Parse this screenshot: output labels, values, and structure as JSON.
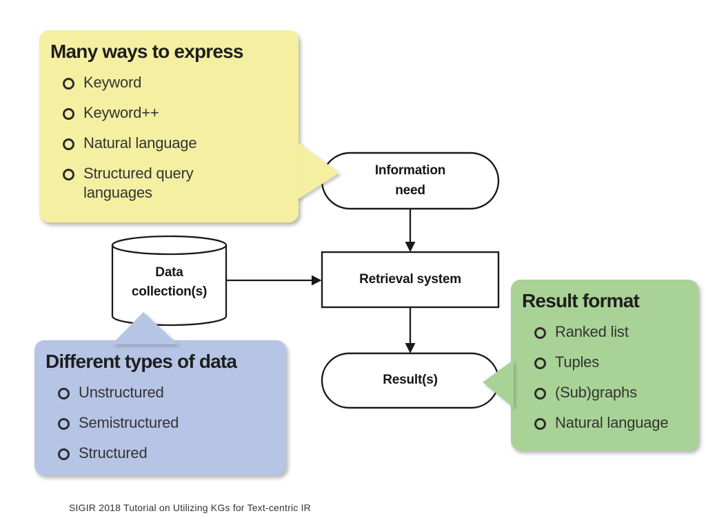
{
  "slide": {
    "background_color": "#FFFFFF",
    "footer": "SIGIR 2018 Tutorial on Utilizing KGs for Text-centric IR"
  },
  "flowchart": {
    "stroke_color": "#1a1a1a",
    "node_fill": "#FFFFFF",
    "information_need": {
      "label": "Information\nneed",
      "shape": "stadium"
    },
    "retrieval_system": {
      "label": "Retrieval system",
      "shape": "rectangle"
    },
    "data_collection": {
      "label": "Data\ncollection(s)",
      "shape": "cylinder"
    },
    "results": {
      "label": "Result(s)",
      "shape": "stadium"
    },
    "arrows": [
      {
        "from": "information_need",
        "to": "retrieval_system"
      },
      {
        "from": "data_collection",
        "to": "retrieval_system"
      },
      {
        "from": "retrieval_system",
        "to": "results"
      }
    ]
  },
  "callouts": {
    "ways_to_express": {
      "title": "Many ways to express",
      "items": [
        "Keyword",
        "Keyword++",
        "Natural language",
        "Structured query\nlanguages"
      ],
      "color": "#F5EFA1",
      "points_to": "information_need"
    },
    "types_of_data": {
      "title": "Different types of data",
      "items": [
        "Unstructured",
        "Semistructured",
        "Structured"
      ],
      "color": "#B6C5E6",
      "points_to": "data_collection"
    },
    "result_format": {
      "title": "Result format",
      "items": [
        "Ranked list",
        "Tuples",
        "(Sub)graphs",
        "Natural language"
      ],
      "color": "#A9D396",
      "points_to": "results"
    }
  }
}
